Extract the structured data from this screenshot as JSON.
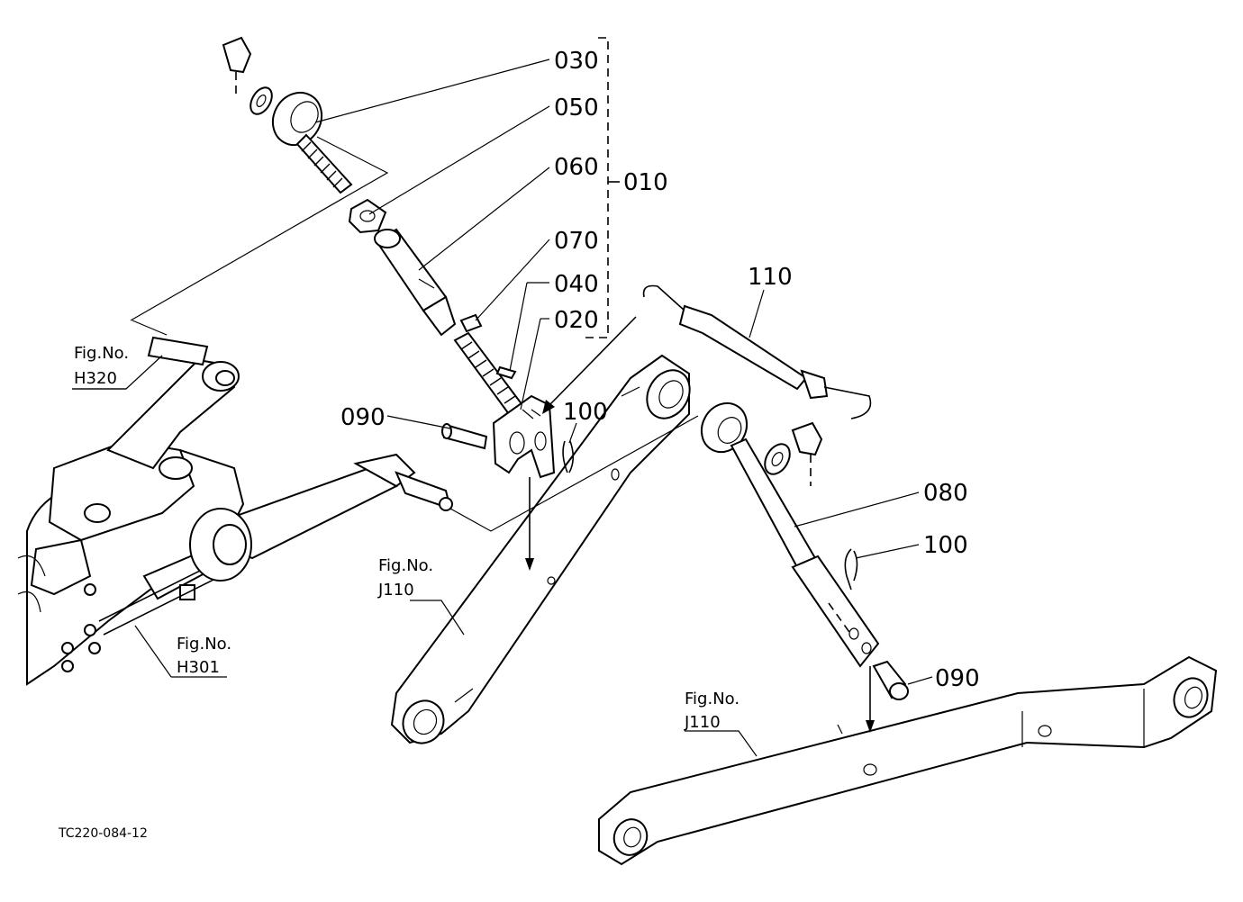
{
  "part_numbers": {
    "p030": "030",
    "p050": "050",
    "p060": "060",
    "p010": "010",
    "p070": "070",
    "p040": "040",
    "p020": "020",
    "p110": "110",
    "p090_left": "090",
    "p100_top": "100",
    "p080": "080",
    "p100_right": "100",
    "p090_right": "090"
  },
  "figure_refs": {
    "h320": {
      "prefix": "Fig.No.",
      "code": "H320"
    },
    "h301": {
      "prefix": "Fig.No.",
      "code": "H301"
    },
    "j110_left": {
      "prefix": "Fig.No.",
      "code": "J110"
    },
    "j110_right": {
      "prefix": "Fig.No.",
      "code": "J110"
    }
  },
  "drawing_code": "TC220-084-12"
}
